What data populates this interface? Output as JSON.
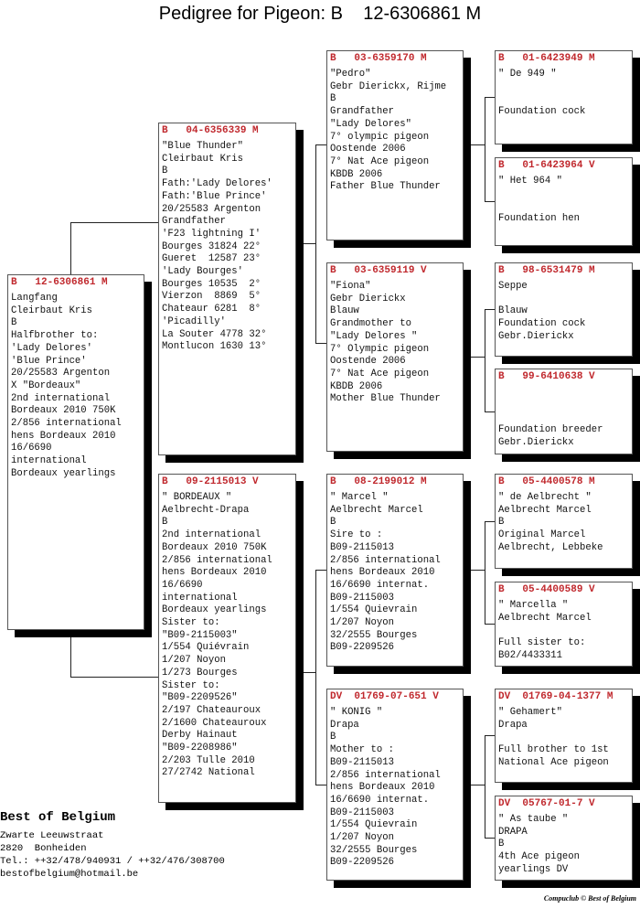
{
  "title": "Pedigree for Pigeon: B    12-6306861 M",
  "colors": {
    "header_red": "#c0282d",
    "shadow": "#000000"
  },
  "pigeons": {
    "subject": {
      "header": "B   12-6306861 M",
      "lines": [
        "Langfang",
        "Cleirbaut Kris",
        "B",
        "Halfbrother to:",
        "'Lady Delores'",
        "'Blue Prince'",
        "20/25583 Argenton",
        "X \"Bordeaux\"",
        "2nd international",
        "Bordeaux 2010 750K",
        "2/856 international",
        "hens Bordeaux 2010",
        "16/6690",
        "international",
        "Bordeaux yearlings"
      ]
    },
    "sire": {
      "header": "B   04-6356339 M",
      "lines": [
        "\"Blue Thunder\"",
        "Cleirbaut Kris",
        "B",
        "Fath:'Lady Delores'",
        "Fath:'Blue Prince'",
        "20/25583 Argenton",
        "Grandfather",
        "'F23 lightning I'",
        "Bourges 31824 22°",
        "Gueret  12587 23°",
        "'Lady Bourges'",
        "Bourges 10535  2°",
        "Vierzon  8869  5°",
        "Chateaur 6281  8°",
        "'Picadilly'",
        "La Souter 4778 32°",
        "Montlucon 1630 13°"
      ]
    },
    "dam": {
      "header": "B   09-2115013 V",
      "lines": [
        "\" BORDEAUX \"",
        "Aelbrecht-Drapa",
        "B",
        "2nd international",
        "Bordeaux 2010 750K",
        "2/856 international",
        "hens Bordeaux 2010",
        "16/6690",
        "international",
        "Bordeaux yearlings",
        "Sister to:",
        "\"B09-2115003\"",
        "1/554 Quiévrain",
        "1/207 Noyon",
        "1/273 Bourges",
        "Sister to:",
        "\"B09-2209526\"",
        "2/197 Chateauroux",
        "2/1600 Chateauroux",
        "Derby Hainaut",
        "\"B09-2208986\"",
        "2/203 Tulle 2010",
        "27/2742 National"
      ]
    },
    "ss": {
      "header": "B   03-6359170 M",
      "lines": [
        "\"Pedro\"",
        "Gebr Dierickx, Rijme",
        "B",
        "Grandfather",
        "\"Lady Delores\"",
        "7° olympic pigeon",
        "Oostende 2006",
        "7° Nat Ace pigeon",
        "KBDB 2006",
        "Father Blue Thunder"
      ]
    },
    "sd": {
      "header": "B   03-6359119 V",
      "lines": [
        "\"Fiona\"",
        "Gebr Dierickx",
        "Blauw",
        "Grandmother to",
        "\"Lady Delores \"",
        "7° Olympic pigeon",
        "Oostende 2006",
        "7° Nat Ace pigeon",
        "KBDB 2006",
        "Mother Blue Thunder"
      ]
    },
    "ds": {
      "header": "B   08-2199012 M",
      "lines": [
        "\" Marcel \"",
        "Aelbrecht Marcel",
        "B",
        "Sire to :",
        "B09-2115013",
        "2/856 international",
        "hens Bordeaux 2010",
        "16/6690 internat.",
        "B09-2115003",
        "1/554 Quievrain",
        "1/207 Noyon",
        "32/2555 Bourges",
        "B09-2209526"
      ]
    },
    "dd": {
      "header": "DV  01769-07-651 V",
      "lines": [
        "\" KONIG \"",
        "Drapa",
        "B",
        "Mother to :",
        "B09-2115013",
        "2/856 international",
        "hens Bordeaux 2010",
        "16/6690 internat.",
        "B09-2115003",
        "1/554 Quievrain",
        "1/207 Noyon",
        "32/2555 Bourges",
        "B09-2209526"
      ]
    },
    "sss": {
      "header": "B   01-6423949 M",
      "lines": [
        "\" De 949 \"",
        "",
        "",
        "Foundation cock"
      ]
    },
    "ssd": {
      "header": "B   01-6423964 V",
      "lines": [
        "\" Het 964 \"",
        "",
        "",
        "Foundation hen"
      ]
    },
    "sds": {
      "header": "B   98-6531479 M",
      "lines": [
        "Seppe",
        "",
        "Blauw",
        "Foundation cock",
        "Gebr.Dierickx"
      ]
    },
    "sdd": {
      "header": "B   99-6410638 V",
      "lines": [
        "",
        "",
        "",
        "Foundation breeder",
        "Gebr.Dierickx"
      ]
    },
    "dss": {
      "header": "B   05-4400578 M",
      "lines": [
        "\" de Aelbrecht \"",
        "Aelbrecht Marcel",
        "B",
        "Original Marcel",
        "Aelbrecht, Lebbeke"
      ]
    },
    "dsd": {
      "header": "B   05-4400589 V",
      "lines": [
        "\" Marcella \"",
        "Aelbrecht Marcel",
        "",
        "Full sister to:",
        "B02/4433311"
      ]
    },
    "dds": {
      "header": "DV  01769-04-1377 M",
      "lines": [
        "\" Gehamert\"",
        "Drapa",
        "",
        "Full brother to 1st",
        "National Ace pigeon"
      ]
    },
    "ddd": {
      "header": "DV  05767-01-7 V",
      "lines": [
        "\" As taube \"",
        "DRAPA",
        "B",
        "4th Ace pigeon",
        "yearlings DV"
      ]
    }
  },
  "footer": {
    "name": "Best of Belgium",
    "street": "Zwarte Leeuwstraat",
    "city": "2820  Bonheiden",
    "phone": "Tel.: ++32/478/940931 / ++32/476/308700",
    "email": "bestofbelgium@hotmail.be",
    "credit": "Compuclub © Best of Belgium"
  }
}
